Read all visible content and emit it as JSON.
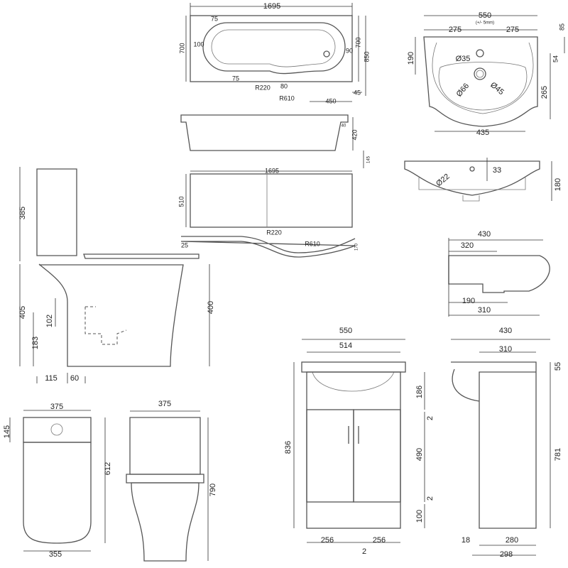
{
  "bath_plan": {
    "length": "1695",
    "w75a": "75",
    "w100": "100",
    "h700a": "700",
    "w90": "90",
    "h700b": "700",
    "h850": "850",
    "w75b": "75",
    "r220": "R220",
    "w80": "80",
    "r610": "R610",
    "w450": "450",
    "w45": "45"
  },
  "bath_side": {
    "d40": "40",
    "h420": "420",
    "h145": "145"
  },
  "bath_panel": {
    "length": "1695",
    "h510": "510",
    "r220": "R220",
    "r610": "R610",
    "d25": "25",
    "d170": "170"
  },
  "basin_plan": {
    "width": "550",
    "tolerance": "(+/- 5mm)",
    "half_left": "275",
    "half_right": "275",
    "d85": "85",
    "d190": "190",
    "tap_hole": "Ø35",
    "d54": "54",
    "waste_outer": "Ø66",
    "waste_inner": "Ø45",
    "d265": "265",
    "d435": "435"
  },
  "basin_front": {
    "overflow": "Ø22",
    "d33": "33",
    "h180": "180"
  },
  "basin_profile": {
    "d430": "430",
    "d320": "320",
    "d190": "190",
    "d310": "310"
  },
  "toilet_side": {
    "h385": "385",
    "h405": "405",
    "h102": "102",
    "h183": "183",
    "h400": "400",
    "d115": "115",
    "d60": "60"
  },
  "toilet_top": {
    "w375": "375",
    "d145": "145",
    "d612": "612",
    "w355": "355"
  },
  "toilet_front": {
    "w375": "375",
    "h790": "790"
  },
  "vanity_front": {
    "w550": "550",
    "w514": "514",
    "h186": "186",
    "gap_top": "2",
    "h836": "836",
    "h490": "490",
    "gap_bottom": "2",
    "h100": "100",
    "w256a": "256",
    "w256b": "256",
    "gap_mid": "2"
  },
  "vanity_side": {
    "d430": "430",
    "d310": "310",
    "h55": "55",
    "h781": "781",
    "d18": "18",
    "d280": "280",
    "d298": "298"
  }
}
